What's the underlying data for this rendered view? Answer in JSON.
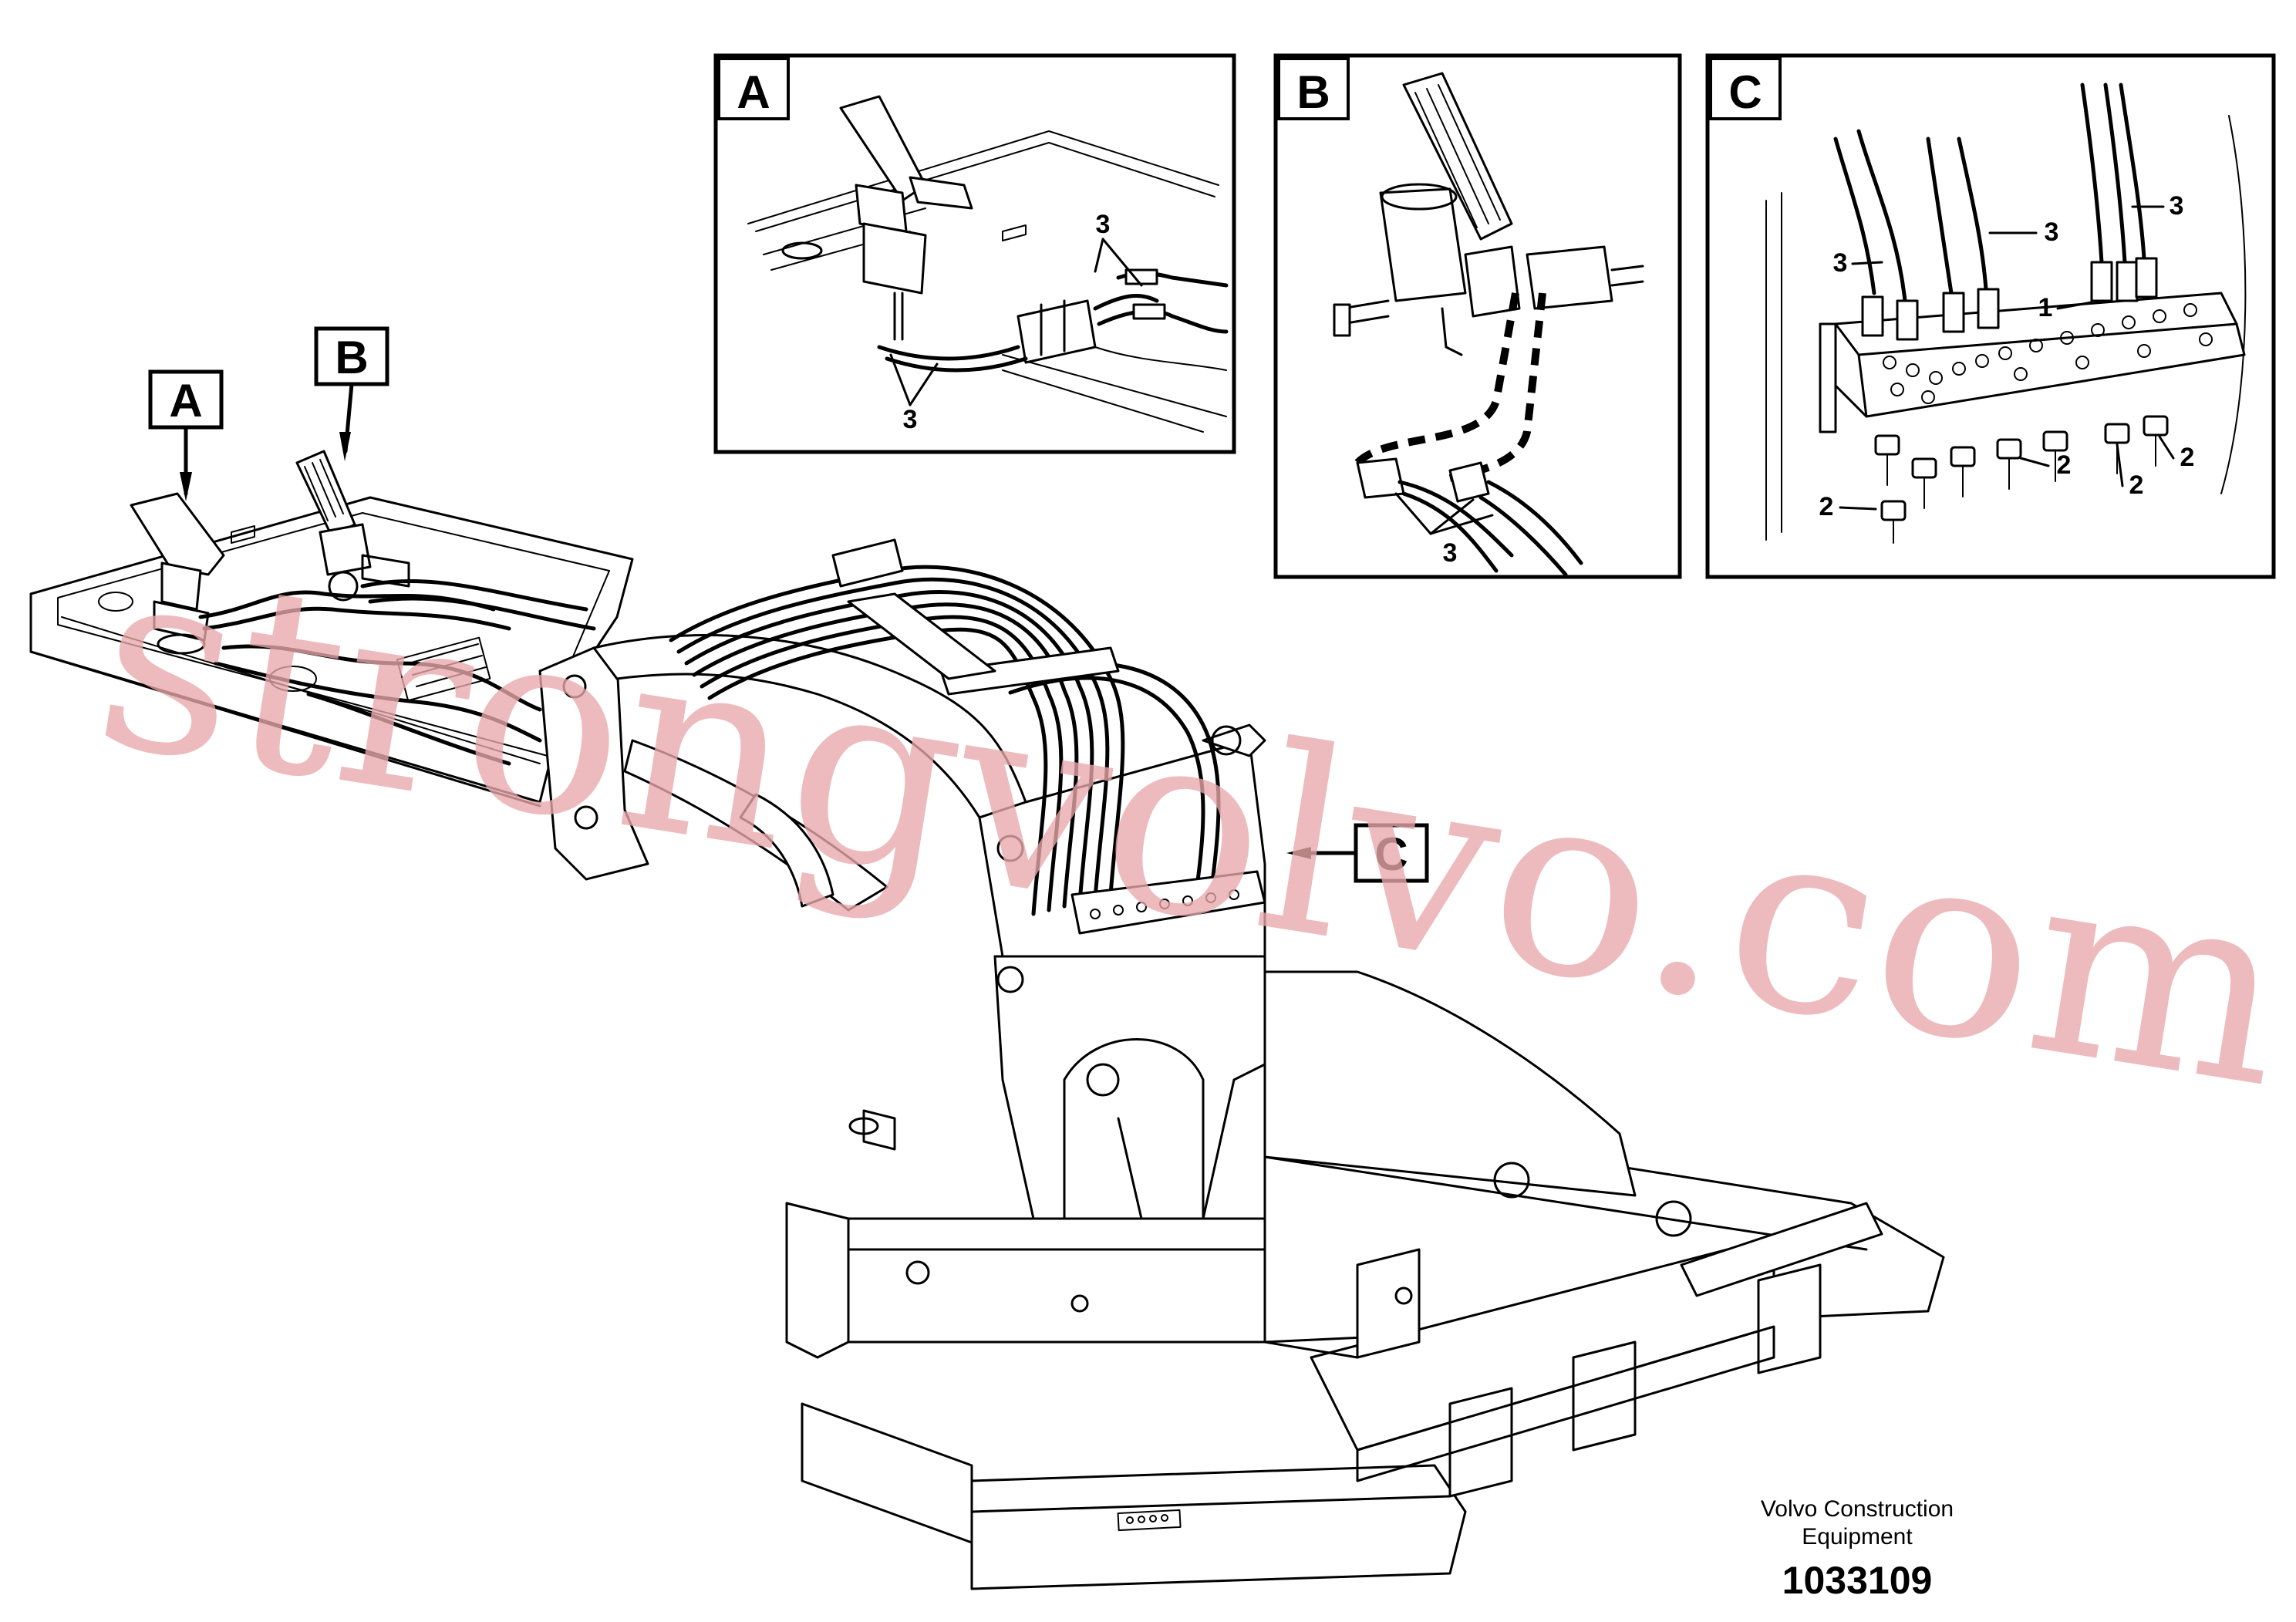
{
  "views": {
    "main": {
      "labels": {
        "a": "A",
        "b": "B",
        "c": "C"
      }
    },
    "detail_a": {
      "label": "A",
      "callouts": [
        "3",
        "3"
      ]
    },
    "detail_b": {
      "label": "B",
      "callouts": [
        "3"
      ]
    },
    "detail_c": {
      "label": "C",
      "callouts": [
        "3",
        "3",
        "3",
        "1",
        "2",
        "2",
        "2",
        "2"
      ]
    }
  },
  "watermark": "strongvolvo.com",
  "footer": {
    "company_line1": "Volvo Construction",
    "company_line2": "Equipment",
    "drawing_number": "1033109"
  },
  "colors": {
    "line": "#000000",
    "watermark": "#e9a9ab",
    "background": "#ffffff"
  }
}
